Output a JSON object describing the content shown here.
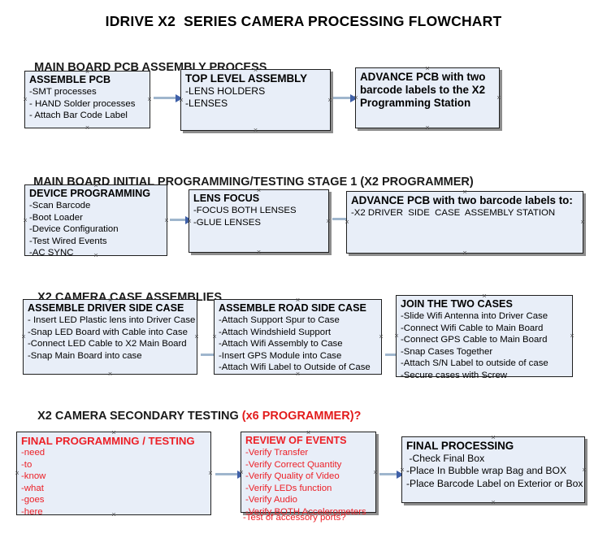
{
  "document": {
    "title": "IDRIVE X2  SERIES CAMERA PROCESSING FLOWCHART",
    "accent_color": "#ec2027",
    "box_fill": "#e8eef8",
    "box_border": "#1f1f1f",
    "arrow_color": "#9fb6cd",
    "arrowhead_color": "#3f60a8"
  },
  "sections": [
    {
      "id": "main-board-pcb-assembly",
      "heading": "MAIN BOARD PCB ASSEMBLY PROCESS",
      "heading_accent": "",
      "nodes": [
        {
          "id": "assemble-pcb",
          "title": "ASSEMBLE PCB",
          "lines": [
            "-SMT processes",
            "- HAND Solder processes",
            "- Attach Bar Code Label"
          ]
        },
        {
          "id": "top-level-assembly",
          "title": "TOP LEVEL ASSEMBLY",
          "lines": [
            "-LENS HOLDERS",
            "-LENSES"
          ]
        },
        {
          "id": "advance-pcb-to-x2-programming-station",
          "title": "ADVANCE PCB with two barcode labels to the  X2 Programming Station",
          "lines": []
        }
      ]
    },
    {
      "id": "main-board-initial-programming",
      "heading": "MAIN BOARD INITIAL PROGRAMMING/TESTING STAGE 1 (X2 PROGRAMMER)",
      "heading_accent": "",
      "nodes": [
        {
          "id": "device-programming",
          "title": "DEVICE PROGRAMMING",
          "lines": [
            "-Scan Barcode",
            "-Boot Loader",
            "-Device Configuration",
            "-Test Wired Events",
            "-AC SYNC"
          ]
        },
        {
          "id": "lens-focus",
          "title": "LENS FOCUS",
          "lines": [
            "-FOCUS BOTH LENSES",
            "-GLUE LENSES"
          ]
        },
        {
          "id": "advance-pcb-to-driver-side-case-station",
          "title": "ADVANCE PCB with two barcode labels to:",
          "lines": [
            "-X2 DRIVER  SIDE  CASE  ASSEMBLY STATION"
          ]
        }
      ]
    },
    {
      "id": "x2-camera-case-assemblies",
      "heading": "X2 CAMERA CASE ASSEMBLIES",
      "heading_accent": "",
      "nodes": [
        {
          "id": "assemble-driver-side-case",
          "title": "ASSEMBLE DRIVER SIDE CASE",
          "lines": [
            "- Insert LED Plastic lens into Driver Case",
            "-Snap LED Board with Cable into Case",
            "-Connect LED Cable to X2 Main Board",
            "-Snap Main Board into case"
          ]
        },
        {
          "id": "assemble-road-side-case",
          "title": "ASSEMBLE ROAD SIDE CASE",
          "lines": [
            "-Attach Support Spur to Case",
            "-Attach Windshield Support",
            "-Attach Wifi Assembly to Case",
            "-Insert GPS Module into Case",
            "-Attach Wifi Label to Outside of Case"
          ]
        },
        {
          "id": "join-the-two-cases",
          "title": "JOIN THE TWO CASES",
          "lines": [
            "-Slide Wifi Antenna into Driver Case",
            "-Connect Wifi Cable to Main Board",
            "-Connect GPS Cable to Main Board",
            "-Snap Cases Together",
            "-Attach S/N Label to outside of case",
            "-Secure cases with Screw"
          ]
        }
      ]
    },
    {
      "id": "x2-camera-secondary-testing",
      "heading": "X2 CAMERA SECONDARY TESTING ",
      "heading_accent": "(x6 PROGRAMMER)?",
      "nodes": [
        {
          "id": "final-programming-testing",
          "title": "FINAL PROGRAMMING / TESTING",
          "lines": [
            "-need",
            "-to",
            "-know",
            "-what",
            "-goes",
            "-here"
          ]
        },
        {
          "id": "review-of-events",
          "title": "REVIEW OF EVENTS",
          "lines": [
            "-Verify Transfer",
            "-Verify Correct Quantity",
            "-Verify Quality of Video",
            "-Verify LEDs function",
            "-Verify Audio",
            "-Verify BOTH Accelerometers"
          ],
          "overflow_line": "-Test of accessory ports?"
        },
        {
          "id": "final-processing",
          "title": "FINAL PROCESSING",
          "lines": [
            " -Check Final Box",
            "-Place In Bubble wrap Bag and BOX",
            "-Place Barcode Label on Exterior or Box"
          ]
        }
      ]
    }
  ]
}
